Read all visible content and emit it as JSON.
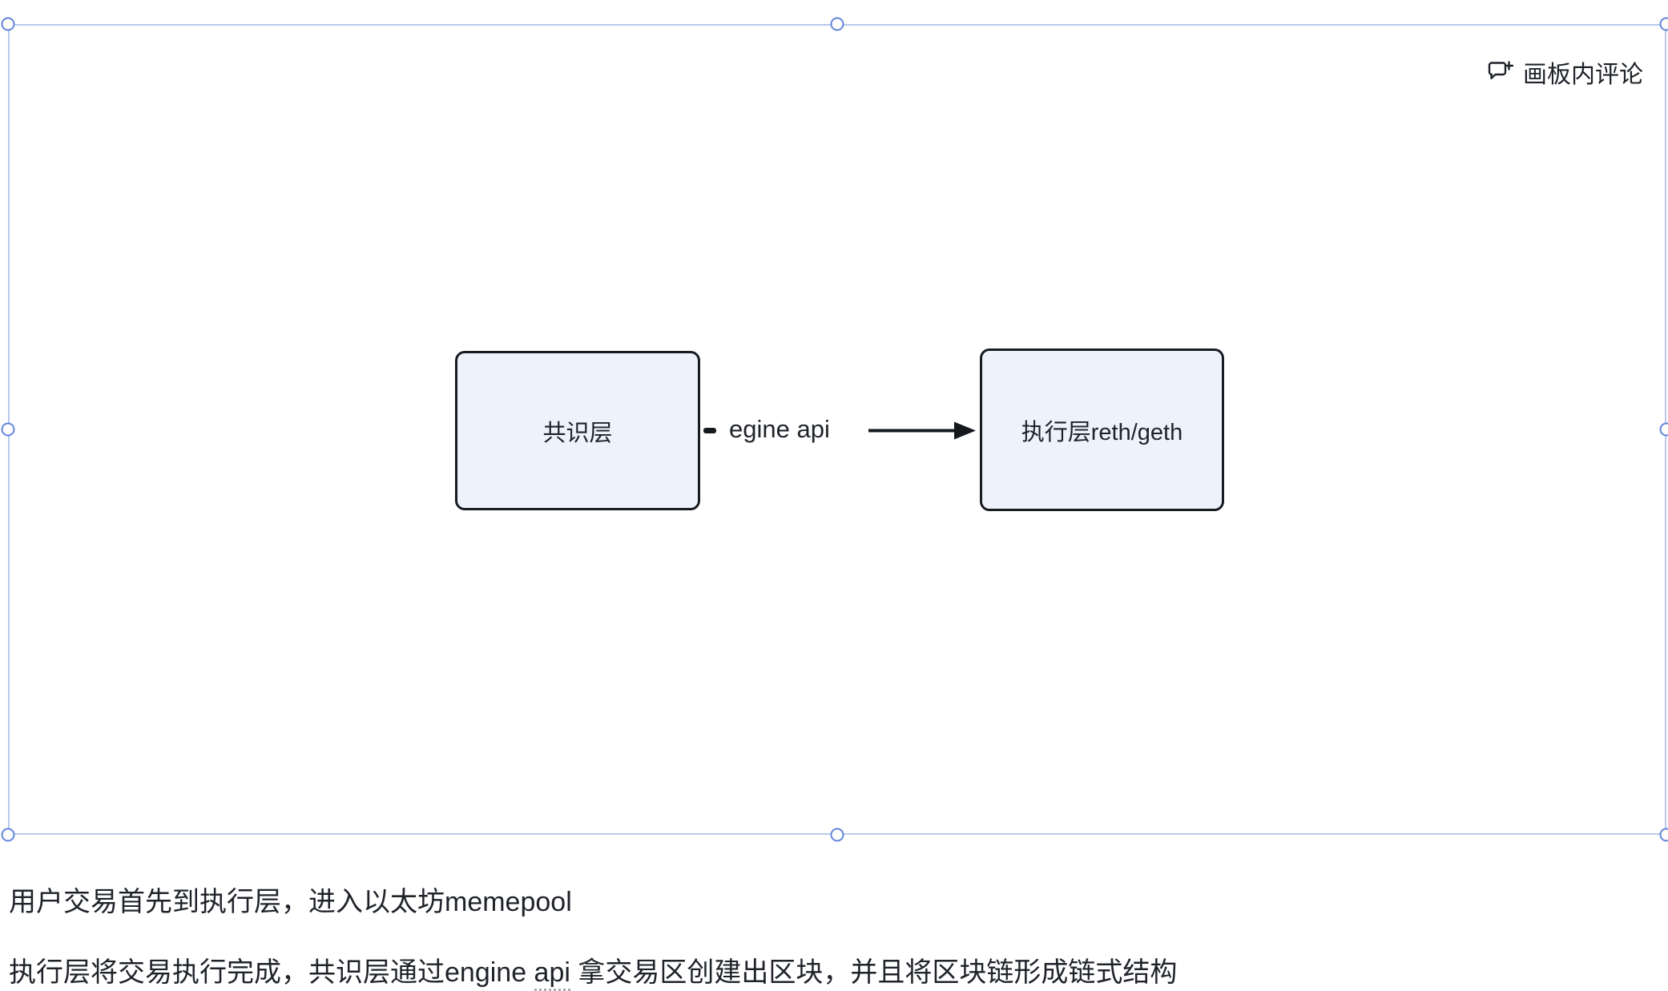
{
  "canvas": {
    "comment_button": {
      "label": "画板内评论"
    },
    "nodes": {
      "consensus": {
        "label": "共识层"
      },
      "execution": {
        "label": "执行层reth/geth"
      }
    },
    "connector": {
      "label": "egine api"
    }
  },
  "document": {
    "paragraph1": "用户交易首先到执行层，进入以太坊memepool",
    "paragraph2": {
      "part1": "执行层将交易执行完成，共识层通过engine ",
      "underlined": "api",
      "part2": " 拿交易区创建出区块，并且将区块链形成链式结构"
    }
  },
  "colors": {
    "selection_frame": "#b9c9ee",
    "handle_border": "#6286d8",
    "node_fill": "#edf2fb",
    "node_border": "#171b22",
    "text": "#1f2329"
  }
}
